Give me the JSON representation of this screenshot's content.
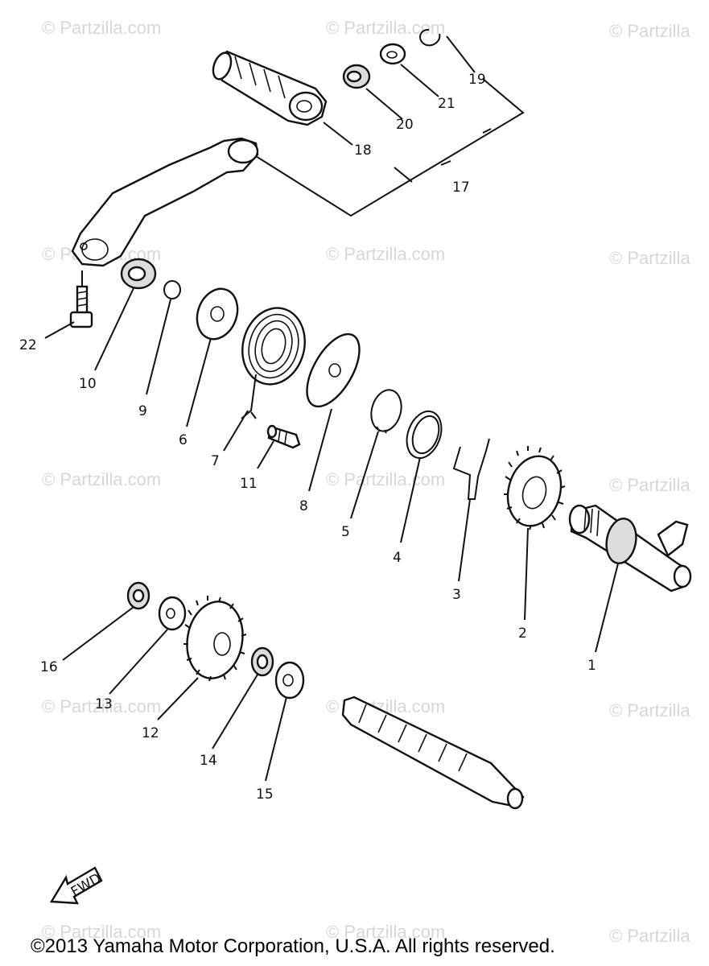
{
  "watermarks": [
    "© Partzilla.com",
    "© Partzilla.com",
    "© Partzilla",
    "© Partzilla.com",
    "© Partzilla.com",
    "© Partzilla",
    "© Partzilla.com",
    "© Partzilla.com",
    "© Partzilla",
    "© Partzilla.com",
    "© Partzilla.com",
    "© Partzilla",
    "© Partzilla.com",
    "© Partzilla.com",
    "© Partzilla"
  ],
  "callouts": {
    "p1": "1",
    "p2": "2",
    "p3": "3",
    "p4": "4",
    "p5": "5",
    "p6": "6",
    "p7": "7",
    "p8": "8",
    "p9": "9",
    "p10": "10",
    "p11": "11",
    "p12": "12",
    "p13": "13",
    "p14": "14",
    "p15": "15",
    "p16": "16",
    "p17": "17",
    "p18": "18",
    "p19": "19",
    "p20": "20",
    "p21": "21",
    "p22": "22"
  },
  "fwd_label": "FWD",
  "copyright": "©2013 Yamaha Motor Corporation, U.S.A. All rights reserved."
}
